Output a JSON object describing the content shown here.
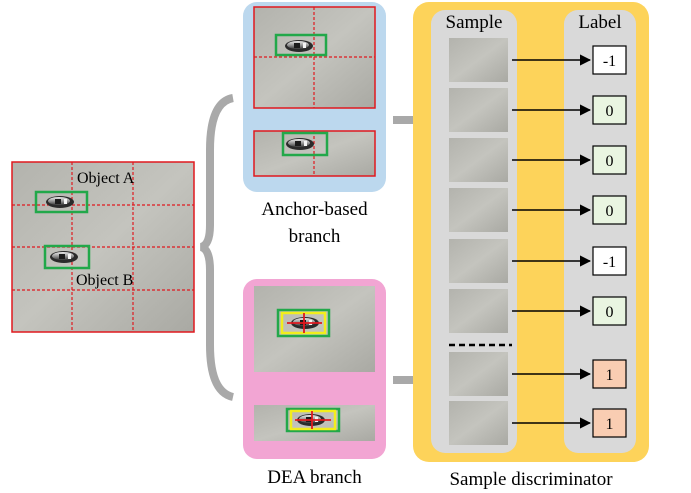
{
  "source_image": {
    "object_a_label": "Object A",
    "object_b_label": "Object B"
  },
  "anchor_branch": {
    "label_line1": "Anchor-based",
    "label_line2": "branch",
    "panel_color": "#bcd8ee"
  },
  "dea_branch": {
    "label": "DEA branch",
    "panel_color": "#f2a5d3"
  },
  "discriminator": {
    "title": "Sample discriminator",
    "panel_color": "#fdd35a",
    "sample_header": "Sample",
    "label_header": "Label",
    "samples": [
      {
        "label": "-1",
        "color": "#ffffff"
      },
      {
        "label": "0",
        "color": "#e9f5e1"
      },
      {
        "label": "0",
        "color": "#e9f5e1"
      },
      {
        "label": "0",
        "color": "#e9f5e1"
      },
      {
        "label": "-1",
        "color": "#ffffff"
      },
      {
        "label": "0",
        "color": "#e9f5e1"
      },
      {
        "label": "1",
        "color": "#f9cdb2"
      },
      {
        "label": "1",
        "color": "#f9cdb2"
      }
    ]
  },
  "colors": {
    "grid_red": "#e0191f",
    "box_green": "#22a84a",
    "box_yellow": "#f2ee1c",
    "arrow_gray": "#a9a9a9",
    "column_gray": "#d9d9d9"
  }
}
